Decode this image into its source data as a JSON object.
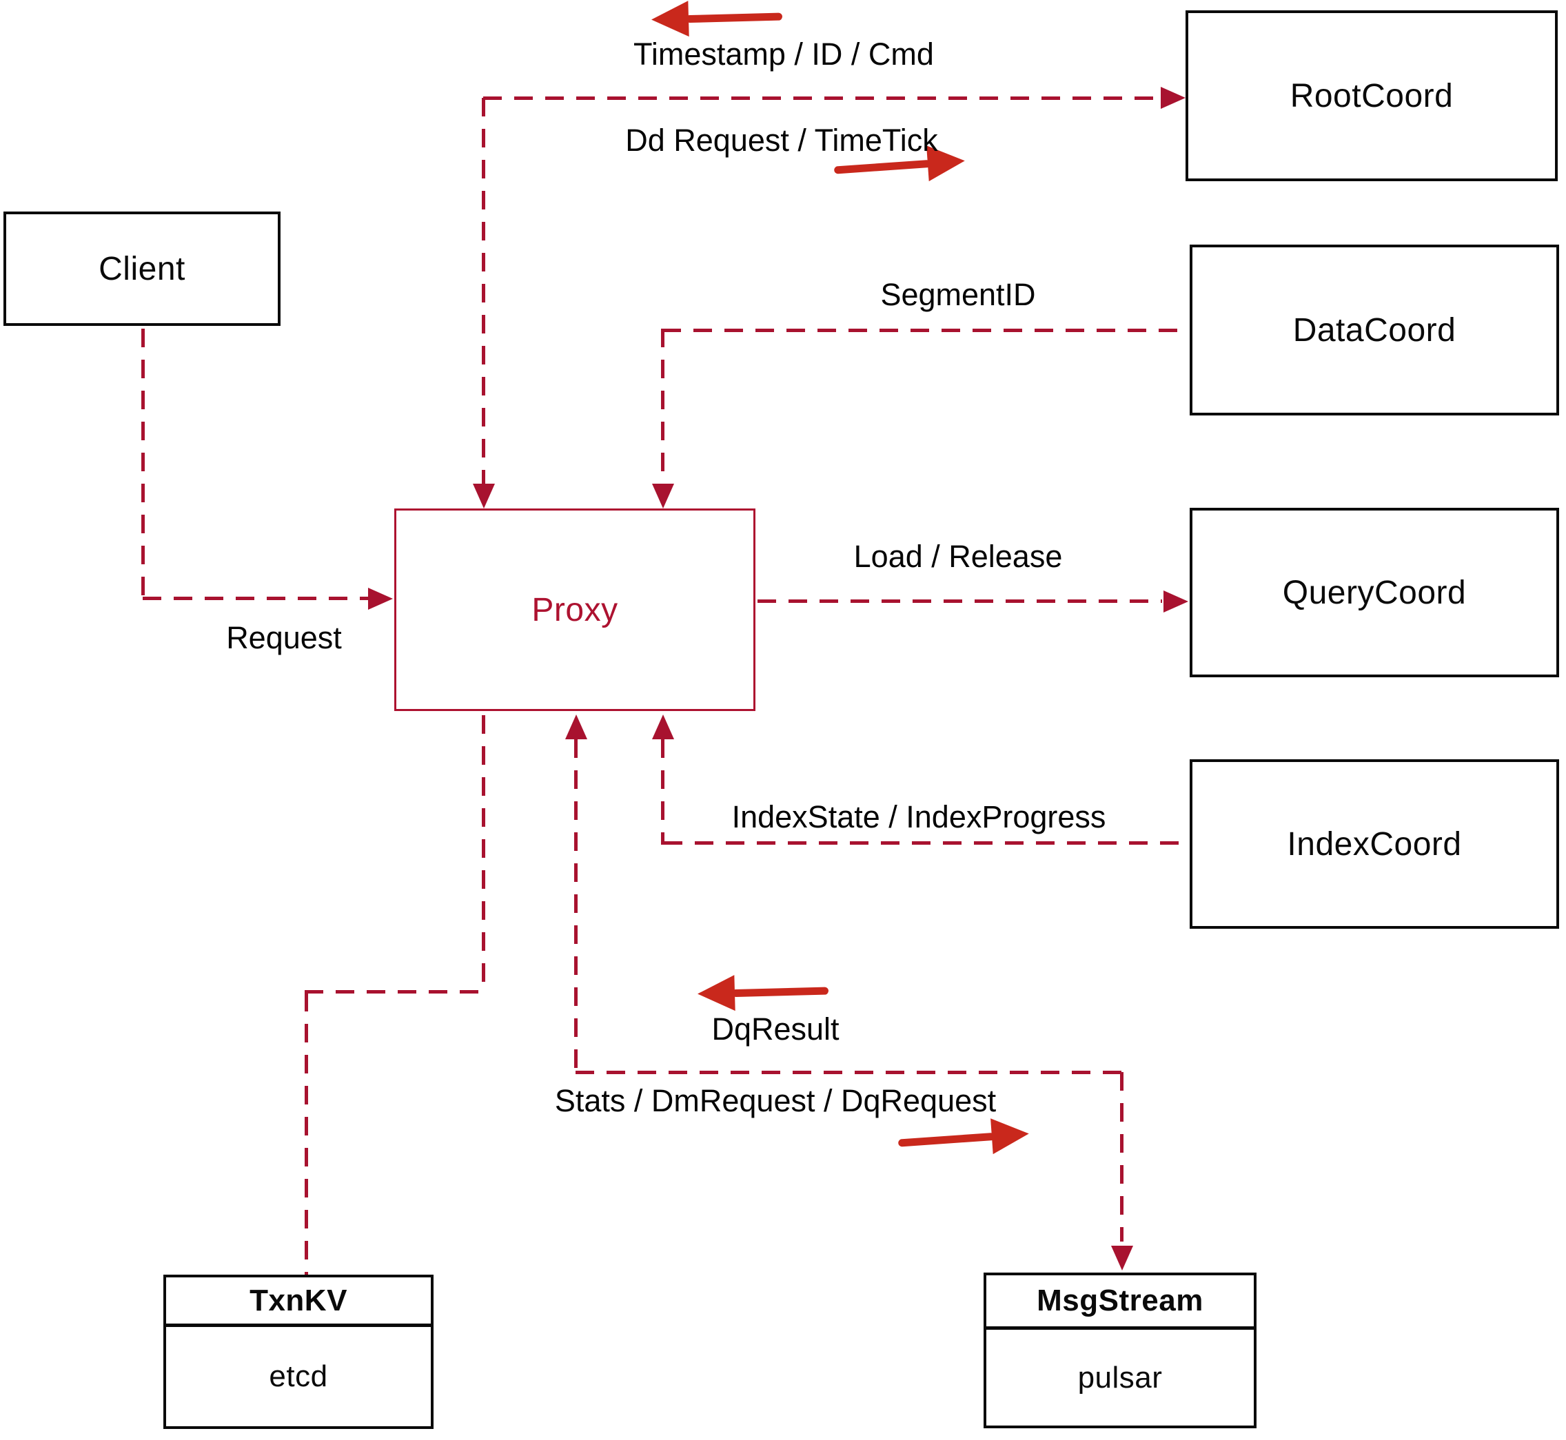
{
  "diagram": {
    "colors": {
      "dash": "#a8122f",
      "proxy": "#ad1230",
      "arrow": "#c9281c",
      "box_border": "#0a0a0a"
    },
    "nodes": {
      "client": {
        "label": "Client"
      },
      "rootcoord": {
        "label": "RootCoord"
      },
      "datacoord": {
        "label": "DataCoord"
      },
      "querycoord": {
        "label": "QueryCoord"
      },
      "indexcoord": {
        "label": "IndexCoord"
      },
      "proxy": {
        "label": "Proxy"
      },
      "txnkv": {
        "title": "TxnKV",
        "subtitle": "etcd"
      },
      "msgstream": {
        "title": "MsgStream",
        "subtitle": "pulsar"
      }
    },
    "edge_labels": {
      "timestamp_id_cmd": "Timestamp / ID / Cmd",
      "dd_request_timetick": "Dd Request / TimeTick",
      "segment_id": "SegmentID",
      "request": "Request",
      "load_release": "Load / Release",
      "indexstate_indexprogress": "IndexState / IndexProgress",
      "dq_result": "DqResult",
      "stats_dm_dq": "Stats / DmRequest / DqRequest"
    }
  }
}
